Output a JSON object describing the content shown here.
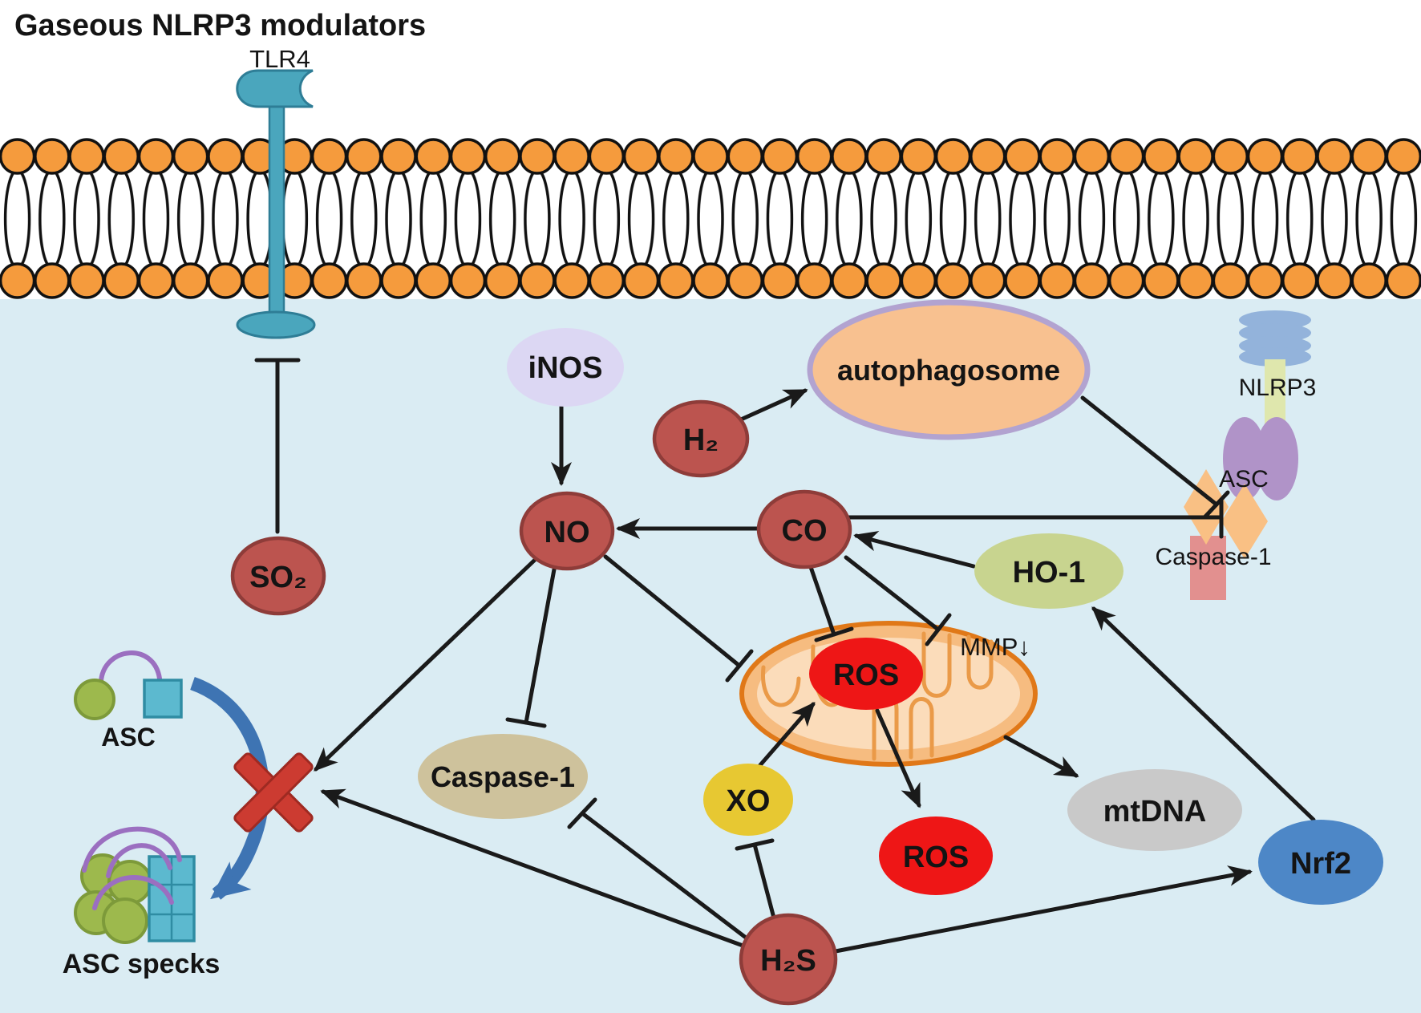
{
  "title": "Gaseous NLRP3 modulators",
  "colors": {
    "background_outside": "#ffffff",
    "background_cell": "#daecf3",
    "lipid_head": "#f59b3d",
    "lipid_tail": "#ffffff",
    "receptor_teal": "#4aa6bd",
    "receptor_teal_dark": "#2e7d96",
    "gas_fill": "#bc544f",
    "gas_stroke": "#8e3c39",
    "inos_fill": "#dcd7f3",
    "autophagosome_fill": "#f8c190",
    "autophagosome_stroke": "#b2a3d0",
    "ho1_fill": "#c8d48f",
    "ros_fill": "#ee1616",
    "xo_fill": "#e7c832",
    "caspase_fill": "#cec29c",
    "mtdna_fill": "#c9c9c9",
    "nrf2_fill": "#4d87c7",
    "mito_stroke": "#e07818",
    "mito_fill": "#f6bc80",
    "mito_inner": "#fbdcba",
    "mito_cristae": "#ea9a48",
    "nlrp3_barrel": "#93b3db",
    "nlrp3_stem": "#dfe7ad",
    "asc_purple": "#b093c8",
    "card_diamond": "#f9c084",
    "caspase_pink": "#e2908f",
    "asc_green": "#9db94d",
    "asc_green_stroke": "#7d9a3a",
    "asc_teal": "#5cb9cf",
    "asc_teal_stroke": "#2f8ca3",
    "pyd_arc": "#9b6fc0",
    "big_arrow_blue": "#3e74b3",
    "cross_red": "#cc3b31",
    "cross_red_stroke": "#9e2a22",
    "line": "#1a1a1a",
    "text": "#141414"
  },
  "membrane": {
    "receptor_label": "TLR4"
  },
  "nodes": {
    "inos": {
      "label": "iNOS"
    },
    "autophagosome": {
      "label": "autophagosome"
    },
    "h2": {
      "label": "H₂"
    },
    "no": {
      "label": "NO"
    },
    "co": {
      "label": "CO"
    },
    "so2": {
      "label": "SO₂"
    },
    "ho1": {
      "label": "HO-1"
    },
    "ros_mito": {
      "label": "ROS"
    },
    "xo": {
      "label": "XO"
    },
    "ros": {
      "label": "ROS"
    },
    "h2s": {
      "label": "H₂S"
    },
    "caspase1": {
      "label": "Caspase-1"
    },
    "mtdna": {
      "label": "mtDNA"
    },
    "nrf2": {
      "label": "Nrf2"
    }
  },
  "mitochondrion": {
    "mmp_label": "MMP↓"
  },
  "inflammasome": {
    "nlrp3_label": "NLRP3",
    "asc_label": "ASC",
    "caspase1_label": "Caspase-1"
  },
  "asc_assembly": {
    "asc_label": "ASC",
    "specks_label": "ASC specks"
  }
}
